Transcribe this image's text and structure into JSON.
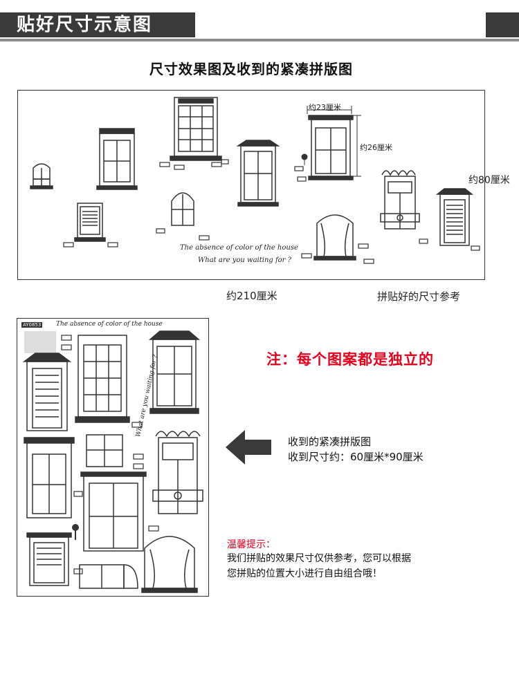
{
  "header": {
    "title": "贴好尺寸示意图"
  },
  "subtitle": "尺寸效果图及收到的紧凑拼版图",
  "top_panel": {
    "caption_line1": "The absence of color of the house",
    "caption_line2": "What are you waiting for ?",
    "dim_width_small": "约23厘米",
    "dim_height_small": "约26厘米",
    "dim_height_total": "约80厘米",
    "dim_width_total": "约210厘米",
    "reference_label": "拼贴好的尺寸参考"
  },
  "bottom_panel": {
    "tag": "AY0853",
    "caption_line1": "The absence of color of the house",
    "caption_vertical": "What are you waiting for ?"
  },
  "note": "注：每个图案都是独立的",
  "received": {
    "line1": "收到的紧凑拼版图",
    "line2": "收到尺寸约：60厘米*90厘米"
  },
  "tips": {
    "title": "温馨提示：",
    "line1": "我们拼贴的效果尺寸仅供参考，您可以根据",
    "line2": "您拼贴的位置大小进行自由组合哦！"
  },
  "colors": {
    "header_bg": "#3a3a3a",
    "accent_red": "#e6001e",
    "line": "#333333"
  }
}
